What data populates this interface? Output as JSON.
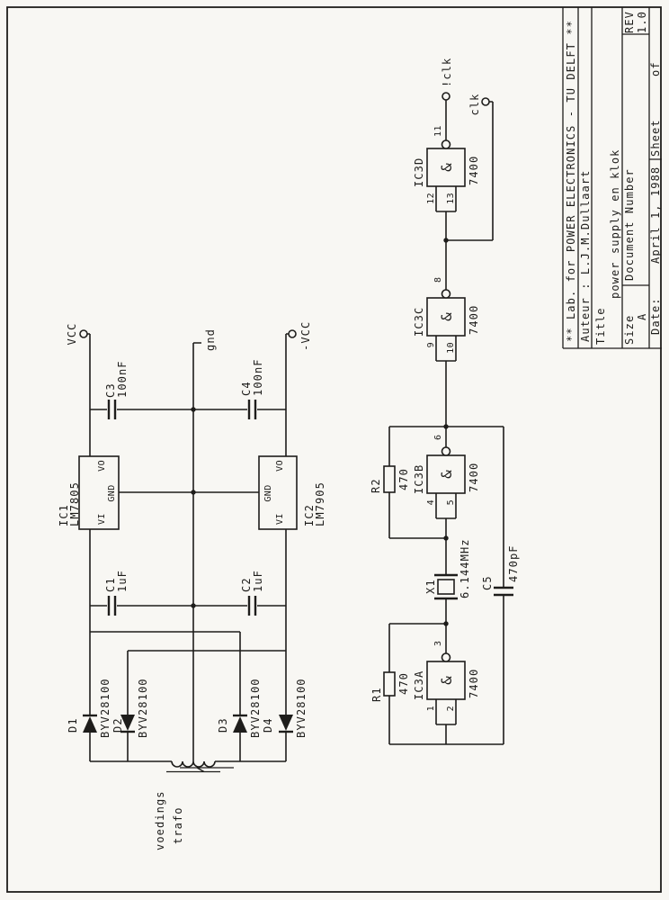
{
  "colors": {
    "ink": "#1e1d1b",
    "paper": "#f8f7f3"
  },
  "titleblock": {
    "banner": "** Lab. for POWER ELECTRONICS - TU DELFT **",
    "author": "Auteur : L.J.M.Dullaart",
    "title_label": "Title",
    "title": "power supply en klok",
    "size_label": "Size",
    "size": "A",
    "doc_label": "Document Number",
    "rev_label": "REV",
    "rev": "1.0",
    "date_label": "Date:",
    "date": "April 1, 1988",
    "sheet_label": "Sheet",
    "of_label": "of"
  },
  "power": {
    "terminals": {
      "vcc": "VCC",
      "gnd": "gnd",
      "minus_vcc": "-VCC"
    },
    "regulators": {
      "ic1": {
        "ref": "IC1",
        "part": "LM7805",
        "pin_in": "VI",
        "pin_gnd": "GND",
        "pin_out": "VO"
      },
      "ic2": {
        "ref": "IC2",
        "part": "LM7905",
        "pin_in": "VI",
        "pin_gnd": "GND",
        "pin_out": "VO"
      }
    },
    "capacitors": {
      "c1": {
        "ref": "C1",
        "value": "1uF"
      },
      "c2": {
        "ref": "C2",
        "value": "1uF"
      },
      "c3": {
        "ref": "C3",
        "value": "100nF"
      },
      "c4": {
        "ref": "C4",
        "value": "100nF"
      }
    },
    "diodes": {
      "d1": {
        "ref": "D1",
        "part": "BYV28100"
      },
      "d2": {
        "ref": "D2",
        "part": "BYV28100"
      },
      "d3": {
        "ref": "D3",
        "part": "BYV28100"
      },
      "d4": {
        "ref": "D4",
        "part": "BYV28100"
      }
    },
    "transformer": {
      "line1": "voedings",
      "line2": "trafo"
    }
  },
  "clock": {
    "resistors": {
      "r1": {
        "ref": "R1",
        "value": "470"
      },
      "r2": {
        "ref": "R2",
        "value": "470"
      }
    },
    "crystal": {
      "ref": "X1",
      "value": "6.144MHz"
    },
    "capacitor": {
      "ref": "C5",
      "value": "470pF"
    },
    "gates": {
      "a": {
        "ref": "IC3A",
        "part": "7400",
        "symbol": "&",
        "in1": "1",
        "in2": "2",
        "out": "3"
      },
      "b": {
        "ref": "IC3B",
        "part": "7400",
        "symbol": "&",
        "in1": "4",
        "in2": "5",
        "out": "6"
      },
      "c": {
        "ref": "IC3C",
        "part": "7400",
        "symbol": "&",
        "in1": "9",
        "in2": "10",
        "out": "8"
      },
      "d": {
        "ref": "IC3D",
        "part": "7400",
        "symbol": "&",
        "in1": "12",
        "in2": "13",
        "out": "11"
      }
    },
    "outputs": {
      "clk": "clk",
      "nclk": "!clk"
    }
  }
}
